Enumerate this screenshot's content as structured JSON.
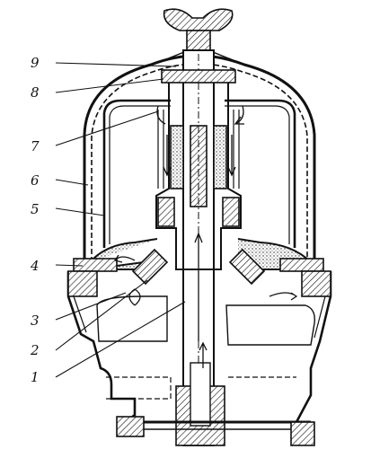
{
  "callouts": {
    "c9": "9",
    "c8": "8",
    "c7": "7",
    "c6": "6",
    "c5": "5",
    "c4": "4",
    "c3": "3",
    "c2": "2",
    "c1": "1"
  },
  "colors": {
    "line": "#111111",
    "background": "#ffffff"
  }
}
